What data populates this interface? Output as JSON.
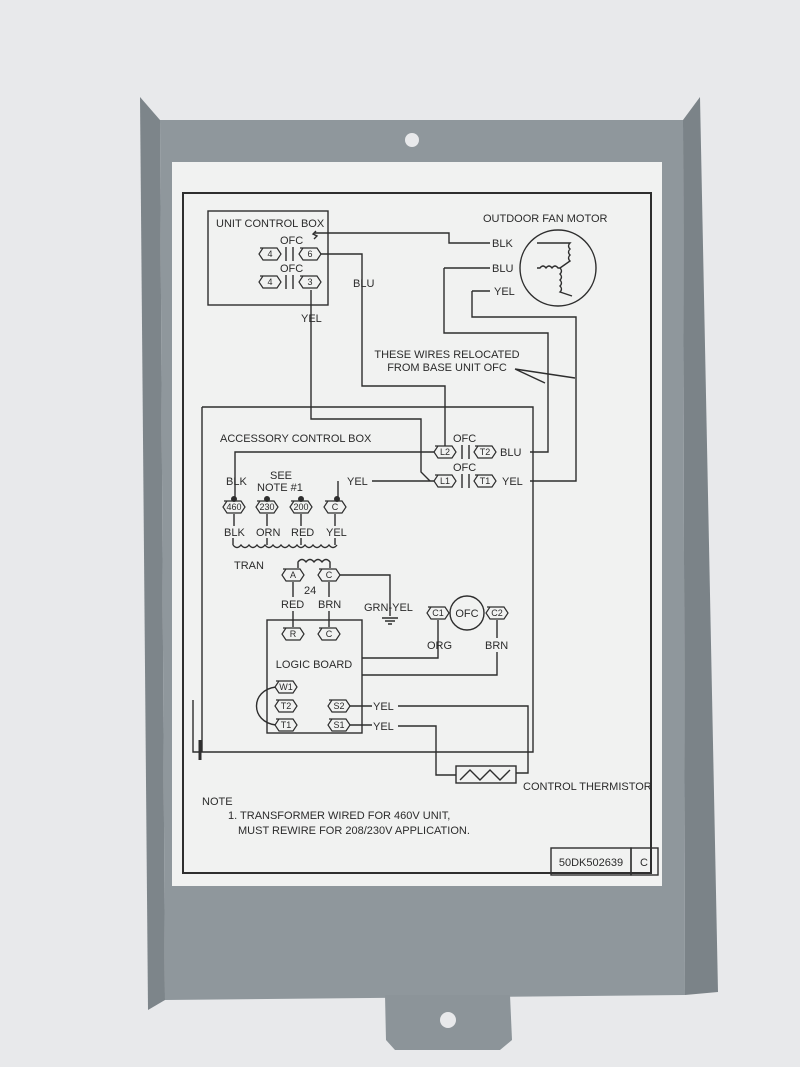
{
  "colors": {
    "wall": "#e8e9eb",
    "plate": "#8f979c",
    "plate_edge": "#6f777c",
    "label": "#f1f2f1",
    "ink": "#2b2b2b"
  },
  "diagram": {
    "unit_control_box": {
      "title": "UNIT CONTROL BOX",
      "ofc_labels": [
        "OFC",
        "OFC"
      ],
      "terminals": [
        "4",
        "6",
        "4",
        "3"
      ],
      "wire_labels": {
        "blu": "BLU",
        "yel": "YEL"
      }
    },
    "outdoor_fan_motor": {
      "title": "OUTDOOR FAN MOTOR",
      "wires": [
        "BLK",
        "BLU",
        "YEL"
      ]
    },
    "relocated_note": [
      "THESE WIRES RELOCATED",
      "FROM BASE UNIT OFC"
    ],
    "accessory_control_box": {
      "title": "ACCESSORY CONTROL BOX",
      "ofc_labels": [
        "OFC",
        "OFC"
      ],
      "contactor_terminals": [
        "L2",
        "T2",
        "L1",
        "T1"
      ],
      "out_wires": [
        "BLU",
        "YEL"
      ],
      "yel_in": "YEL"
    },
    "transformer": {
      "top_wire": "BLK",
      "see_note": [
        "SEE",
        "NOTE #1"
      ],
      "taps": [
        "460",
        "230",
        "200",
        "C"
      ],
      "tap_wires": [
        "BLK",
        "ORN",
        "RED",
        "YEL"
      ],
      "label": "TRAN",
      "secondary_terminals": [
        "A",
        "C"
      ],
      "voltage": "24",
      "secondary_wires": [
        "RED",
        "BRN"
      ],
      "ground_wire": "GRN-YEL"
    },
    "logic_board": {
      "title": "LOGIC BOARD",
      "power_terminals": [
        "R",
        "C"
      ],
      "left_terminals": [
        "W1",
        "T2",
        "T1"
      ],
      "sensor_terminals": [
        "S2",
        "S1"
      ],
      "sensor_wires": [
        "YEL",
        "YEL"
      ]
    },
    "ofc_motor": {
      "label": "OFC",
      "terminals": [
        "C1",
        "C2"
      ],
      "wires": [
        "ORG",
        "BRN"
      ]
    },
    "thermistor_label": "CONTROL THERMISTOR",
    "note": {
      "heading": "NOTE",
      "lines": [
        "1. TRANSFORMER WIRED FOR 460V UNIT,",
        "MUST REWIRE FOR 208/230V APPLICATION."
      ]
    },
    "part_number": "50DK502639",
    "revision": "C"
  }
}
